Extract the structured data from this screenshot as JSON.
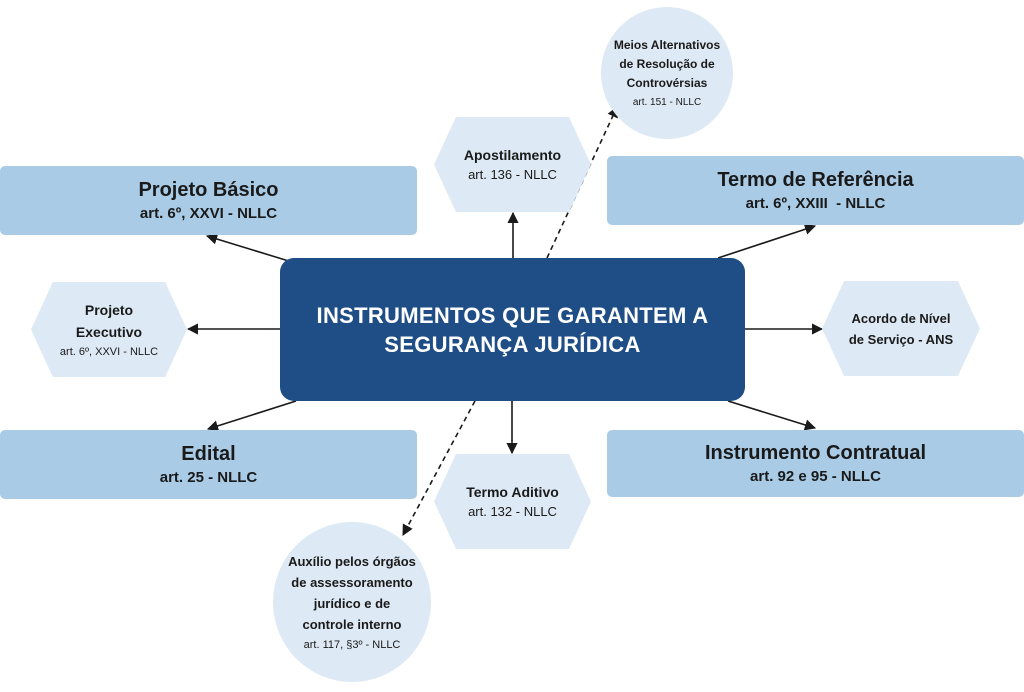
{
  "center": {
    "title": "INSTRUMENTOS QUE GARANTEM A SEGURANÇA JURÍDICA"
  },
  "projeto_basico": {
    "title": "Projeto Básico",
    "ref": "art. 6º, XXVI - NLLC"
  },
  "termo_referencia": {
    "title": "Termo de Referência",
    "ref": "art. 6º, XXIII  - NLLC"
  },
  "edital": {
    "title": "Edital",
    "ref": "art. 25 - NLLC"
  },
  "instrumento_contratual": {
    "title": "Instrumento Contratual",
    "ref": "art. 92 e 95 - NLLC"
  },
  "apostilamento": {
    "title": "Apostilamento",
    "ref": "art. 136 - NLLC"
  },
  "termo_aditivo": {
    "title": "Termo Aditivo",
    "ref": "art. 132 - NLLC"
  },
  "projeto_executivo": {
    "title": "Projeto Executivo",
    "ref": "art. 6º, XXVI - NLLC"
  },
  "acordo_nivel_servico": {
    "title": "Acordo de Nível de Serviço - ANS"
  },
  "meios_alternativos": {
    "title": "Meios Alternativos de Resolução de Controvérsias",
    "ref": "art. 151 - NLLC"
  },
  "auxilio_orgaos": {
    "title": "Auxílio pelos órgãos de assessoramento jurídico e de controle interno",
    "ref": "art. 117, §3º - NLLC"
  },
  "colors": {
    "center": "#1f4e87",
    "rect": "#a9cbe6",
    "light": "#dde9f4",
    "arrow": "#1a1a1a"
  }
}
